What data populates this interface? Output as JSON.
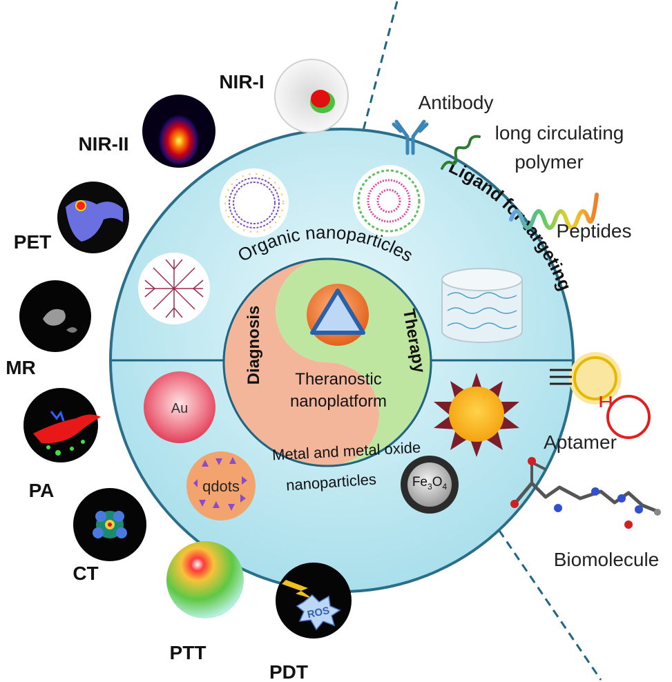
{
  "imaging": {
    "nir1": "NIR-I",
    "nir2": "NIR-II",
    "pet": "PET",
    "mr": "MR",
    "pa": "PA",
    "ct": "CT",
    "ptt": "PTT",
    "pdt": "PDT",
    "ros": "ROS"
  },
  "platform": {
    "organic": "Organic nanoparticles",
    "metal_line1": "Metal and metal oxide",
    "metal_line2": "nanoparticles",
    "diagnosis": "Diagnosis",
    "therapy": "Therapy",
    "center_line1": "Theranostic",
    "center_line2": "nanoplatform",
    "au": "Au",
    "qdots": "qdots",
    "fe3o4": "Fe",
    "fe_sub3": "3",
    "fe_o": "O",
    "fe_sub4": "4"
  },
  "ligands": {
    "arc_label": "Ligand for targeting",
    "antibody": "Antibody",
    "polymer_line1": "long circulating",
    "polymer_line2": "polymer",
    "peptides": "Peptides",
    "aptamer": "Aptamer",
    "biomolecule": "Biomolecule"
  },
  "colors": {
    "ring_outer": "#b9e6ef",
    "ring_stroke": "#2a6f8a",
    "diagnosis": "#f3b69a",
    "therapy": "#bfe6a0",
    "divider": "#1f6482"
  }
}
